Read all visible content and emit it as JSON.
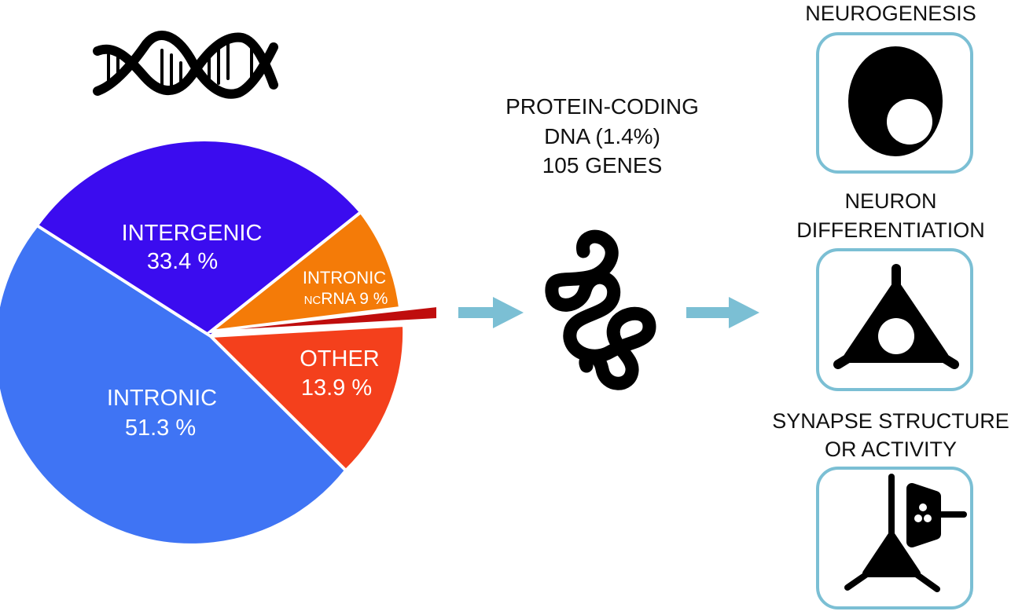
{
  "chart_data": {
    "type": "pie",
    "slices": [
      {
        "label": "INTRONIC",
        "value_text": "51.3 %",
        "value": 51.3,
        "color": "#3f74f4"
      },
      {
        "label": "INTERGENIC",
        "value_text": "33.4 %",
        "value": 33.4,
        "color": "#3b0cef"
      },
      {
        "label_prefix": "INTRONIC",
        "label_small": "NC",
        "label_rest": "RNA 9 %",
        "value": 9,
        "color": "#f47b08"
      },
      {
        "label": "",
        "value": 1.4,
        "color": "#bf0d0d",
        "exploded": true
      },
      {
        "label": "OTHER",
        "value_text": "13.9 %",
        "value": 13.9,
        "color": "#f4401c"
      }
    ]
  },
  "protein_coding": {
    "line1": "PROTEIN-CODING",
    "line2": "DNA (1.4%)",
    "line3": "105 GENES"
  },
  "categories": {
    "neurogenesis": {
      "line1": "NEUROGENESIS"
    },
    "differentiation": {
      "line1": "NEURON",
      "line2": "DIFFERENTIATION"
    },
    "synapse": {
      "line1": "SYNAPSE STRUCTURE",
      "line2": "OR ACTIVITY"
    }
  },
  "colors": {
    "arrow": "#7bbfd4",
    "box_border": "#7bbfd4",
    "icon": "#000000"
  }
}
